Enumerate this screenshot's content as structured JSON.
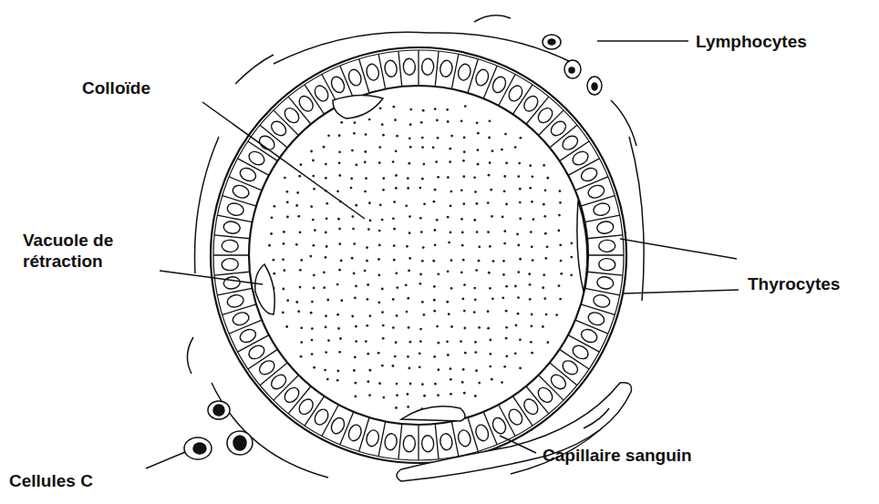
{
  "diagram": {
    "labels": [
      "Lymphocytes",
      "Colloïde",
      "Vacuole de rétraction",
      "Thyrocytes",
      "Cellules C",
      "Capillaire sanguin"
    ]
  }
}
